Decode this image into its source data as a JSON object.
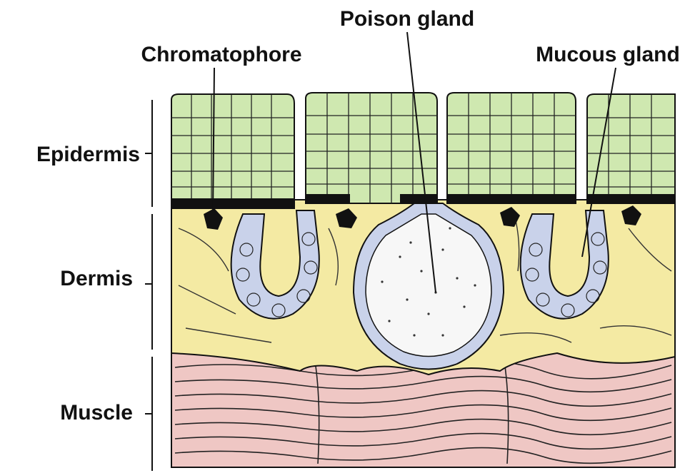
{
  "labels": {
    "poison_gland": "Poison gland",
    "chromatophore": "Chromatophore",
    "mucous_gland": "Mucous gland",
    "epidermis": "Epidermis",
    "dermis": "Dermis",
    "muscle": "Muscle"
  },
  "colors": {
    "epidermis": "#cfe8b0",
    "dermis": "#f4eaa3",
    "muscle": "#efc7c4",
    "gland_cells": "#c9d2ea",
    "gland_lumen": "#ffffff",
    "outline": "#111111"
  }
}
